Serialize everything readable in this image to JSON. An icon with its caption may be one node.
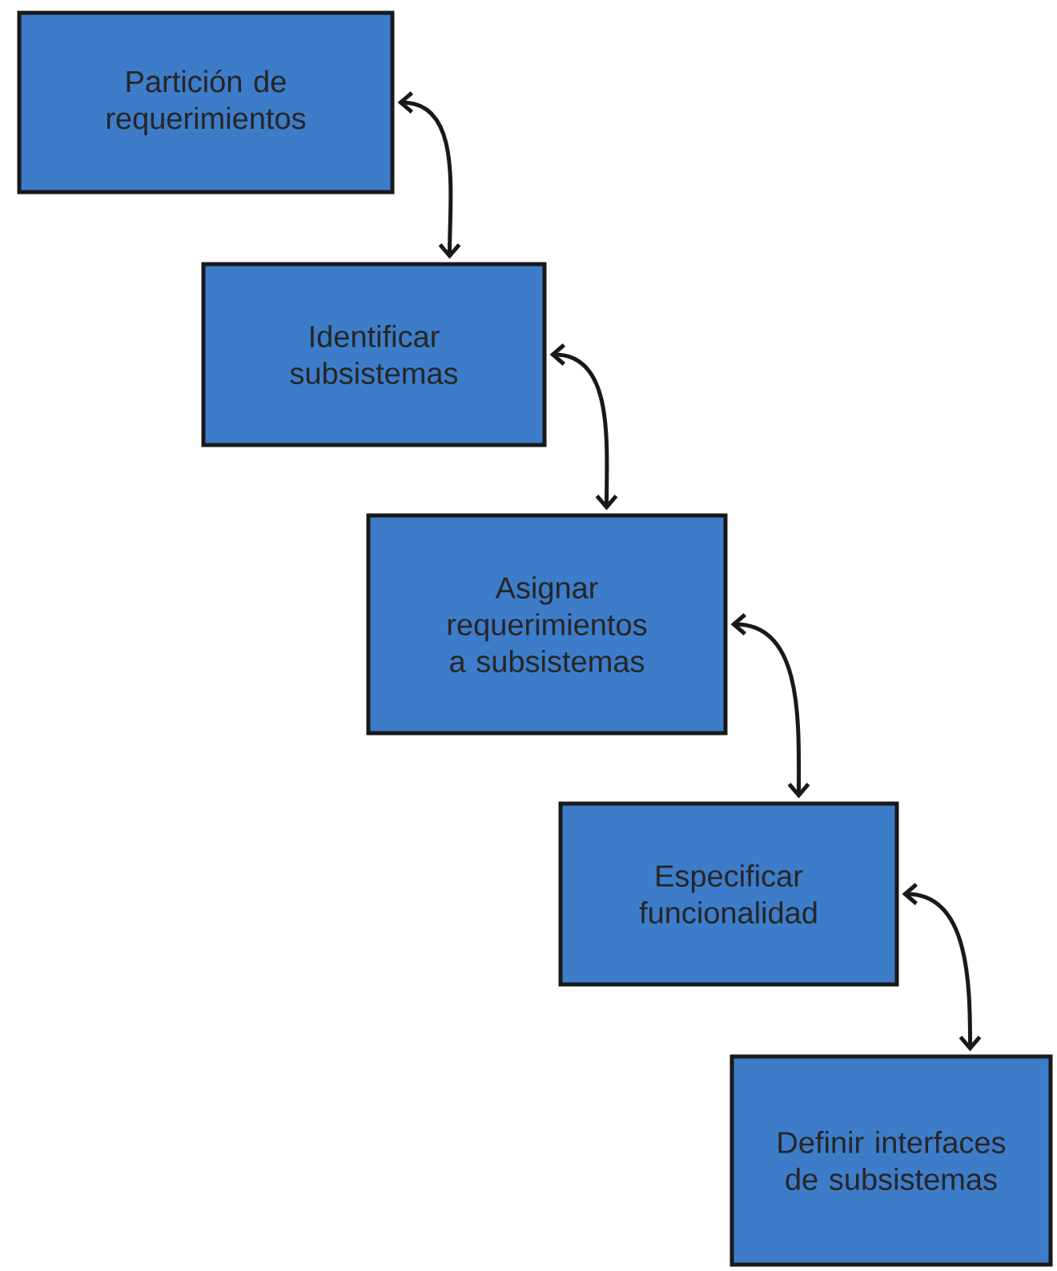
{
  "diagram": {
    "nodes": [
      {
        "text": [
          "Partición de requerimientos"
        ]
      },
      {
        "text": [
          "Identificar subsistemas"
        ]
      },
      {
        "text": [
          "Asignar requerimientos a subsistemas"
        ]
      },
      {
        "text": [
          "Especificar funcionalidad"
        ]
      },
      {
        "text": [
          "Definir interfaces de subsistemas"
        ]
      }
    ],
    "edges": [
      {
        "from": 0,
        "to": 1,
        "arrow": "both"
      },
      {
        "from": 1,
        "to": 2,
        "arrow": "both"
      },
      {
        "from": 2,
        "to": 3,
        "arrow": "both"
      },
      {
        "from": 3,
        "to": 4,
        "arrow": "both"
      }
    ]
  }
}
